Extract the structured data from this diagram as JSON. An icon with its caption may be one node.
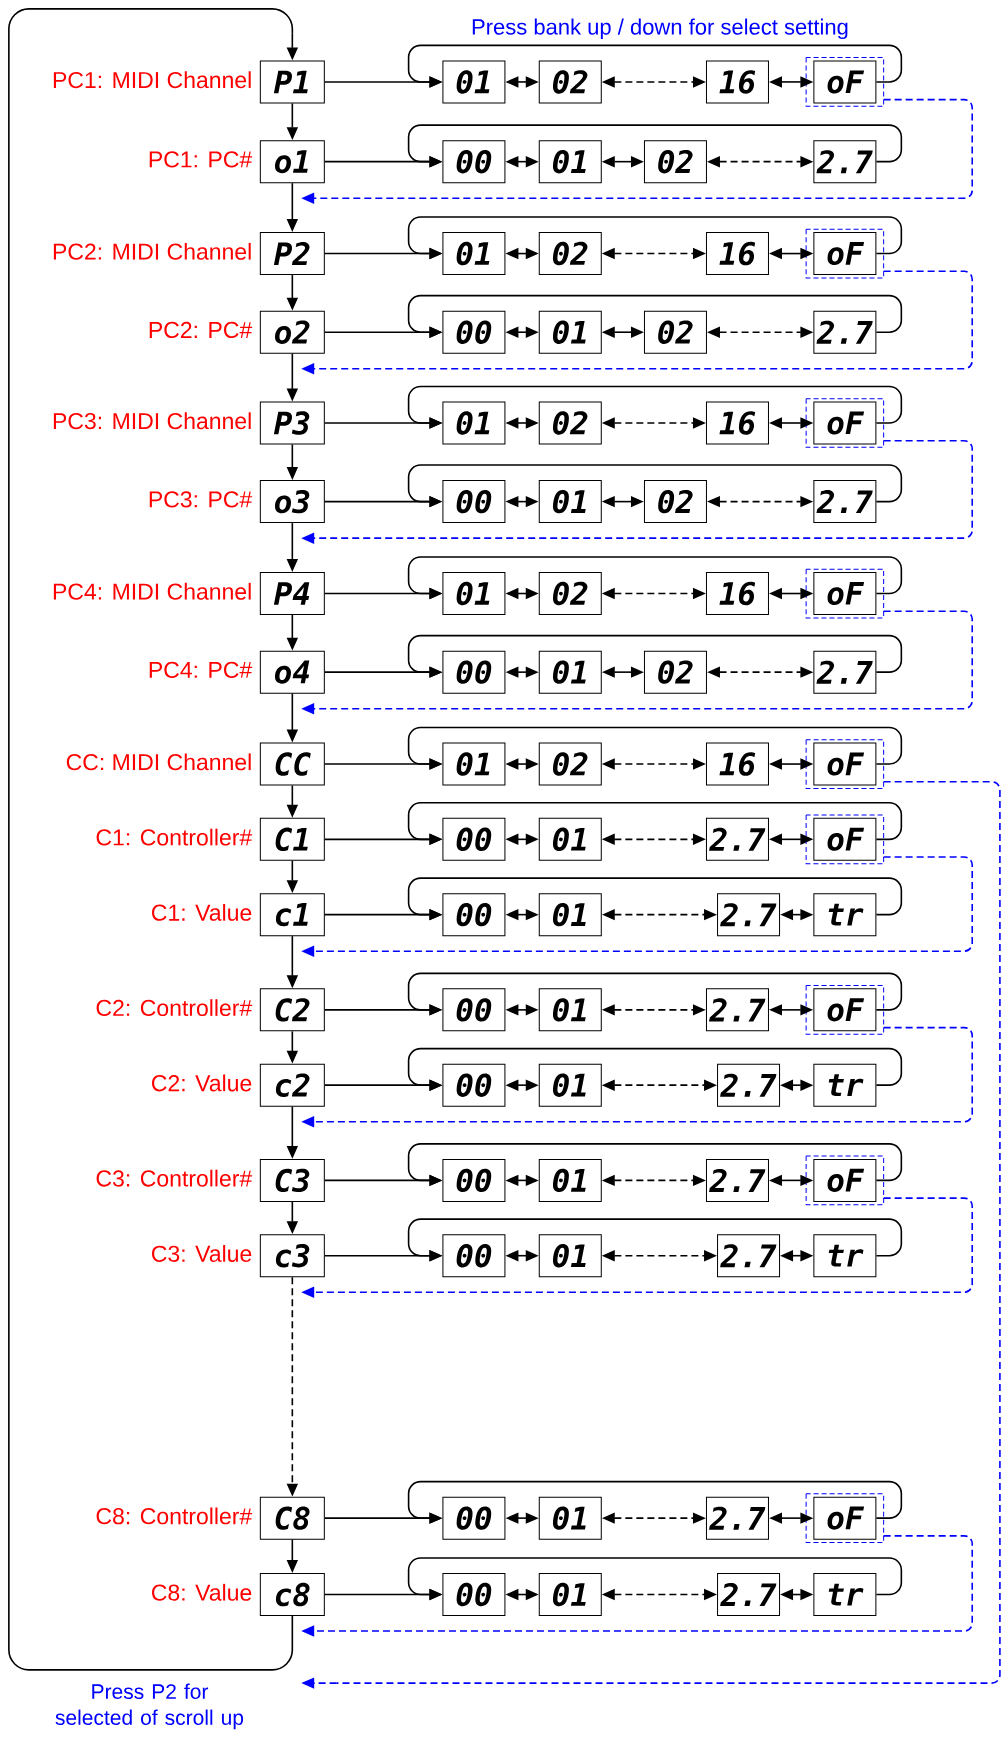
{
  "diagram": {
    "nodes": [
      {
        "text": [
          "P1"
        ],
        "beside": [
          "PC1: MIDI Channel"
        ]
      },
      {
        "text": [
          "01"
        ]
      },
      {
        "text": [
          "02"
        ]
      },
      {
        "text": [
          "16"
        ]
      },
      {
        "text": [
          "oF"
        ]
      },
      {
        "text": [
          "o1"
        ],
        "beside": [
          "PC1: PC#"
        ]
      },
      {
        "text": [
          "00"
        ]
      },
      {
        "text": [
          "01"
        ]
      },
      {
        "text": [
          "02"
        ]
      },
      {
        "text": [
          "2.7"
        ]
      },
      {
        "text": [
          "P2"
        ],
        "beside": [
          "PC2: MIDI Channel"
        ]
      },
      {
        "text": [
          "01"
        ]
      },
      {
        "text": [
          "02"
        ]
      },
      {
        "text": [
          "16"
        ]
      },
      {
        "text": [
          "oF"
        ]
      },
      {
        "text": [
          "o2"
        ],
        "beside": [
          "PC2: PC#"
        ]
      },
      {
        "text": [
          "00"
        ]
      },
      {
        "text": [
          "01"
        ]
      },
      {
        "text": [
          "02"
        ]
      },
      {
        "text": [
          "2.7"
        ]
      },
      {
        "text": [
          "P3"
        ],
        "beside": [
          "PC3: MIDI Channel"
        ]
      },
      {
        "text": [
          "01"
        ]
      },
      {
        "text": [
          "02"
        ]
      },
      {
        "text": [
          "16"
        ]
      },
      {
        "text": [
          "oF"
        ]
      },
      {
        "text": [
          "o3"
        ],
        "beside": [
          "PC3: PC#"
        ]
      },
      {
        "text": [
          "00"
        ]
      },
      {
        "text": [
          "01"
        ]
      },
      {
        "text": [
          "02"
        ]
      },
      {
        "text": [
          "2.7"
        ]
      },
      {
        "text": [
          "P4"
        ],
        "beside": [
          "PC4: MIDI Channel"
        ]
      },
      {
        "text": [
          "01"
        ]
      },
      {
        "text": [
          "02"
        ]
      },
      {
        "text": [
          "16"
        ]
      },
      {
        "text": [
          "oF"
        ]
      },
      {
        "text": [
          "o4"
        ],
        "beside": [
          "PC4: PC#"
        ]
      },
      {
        "text": [
          "00"
        ]
      },
      {
        "text": [
          "01"
        ]
      },
      {
        "text": [
          "02"
        ]
      },
      {
        "text": [
          "2.7"
        ]
      },
      {
        "text": [
          "CC"
        ],
        "beside": [
          "CC: MIDI Channel"
        ]
      },
      {
        "text": [
          "01"
        ]
      },
      {
        "text": [
          "02"
        ]
      },
      {
        "text": [
          "16"
        ]
      },
      {
        "text": [
          "oF"
        ]
      },
      {
        "text": [
          "C1"
        ],
        "beside": [
          "C1: Controller#"
        ]
      },
      {
        "text": [
          "00"
        ]
      },
      {
        "text": [
          "01"
        ]
      },
      {
        "text": [
          "2.7"
        ]
      },
      {
        "text": [
          "oF"
        ]
      },
      {
        "text": [
          "c1"
        ],
        "beside": [
          "C1: Value"
        ]
      },
      {
        "text": [
          "00"
        ]
      },
      {
        "text": [
          "01"
        ]
      },
      {
        "text": [
          "2.7"
        ]
      },
      {
        "text": [
          "tr"
        ]
      },
      {
        "text": [
          "C2"
        ],
        "beside": [
          "C2: Controller#"
        ]
      },
      {
        "text": [
          "00"
        ]
      },
      {
        "text": [
          "01"
        ]
      },
      {
        "text": [
          "2.7"
        ]
      },
      {
        "text": [
          "oF"
        ]
      },
      {
        "text": [
          "c2"
        ],
        "beside": [
          "C2: Value"
        ]
      },
      {
        "text": [
          "00"
        ]
      },
      {
        "text": [
          "01"
        ]
      },
      {
        "text": [
          "2.7"
        ]
      },
      {
        "text": [
          "tr"
        ]
      },
      {
        "text": [
          "C3"
        ],
        "beside": [
          "C3: Controller#"
        ]
      },
      {
        "text": [
          "00"
        ]
      },
      {
        "text": [
          "01"
        ]
      },
      {
        "text": [
          "2.7"
        ]
      },
      {
        "text": [
          "oF"
        ]
      },
      {
        "text": [
          "c3"
        ],
        "beside": [
          "C3: Value"
        ]
      },
      {
        "text": [
          "00"
        ]
      },
      {
        "text": [
          "01"
        ]
      },
      {
        "text": [
          "2.7"
        ]
      },
      {
        "text": [
          "tr"
        ]
      },
      {
        "text": [
          "C8"
        ],
        "beside": [
          "C8: Controller#"
        ]
      },
      {
        "text": [
          "00"
        ]
      },
      {
        "text": [
          "01"
        ]
      },
      {
        "text": [
          "2.7"
        ]
      },
      {
        "text": [
          "oF"
        ]
      },
      {
        "text": [
          "c8"
        ],
        "beside": [
          "C8: Value"
        ]
      },
      {
        "text": [
          "00"
        ]
      },
      {
        "text": [
          "01"
        ]
      },
      {
        "text": [
          "2.7"
        ]
      },
      {
        "text": [
          "tr"
        ]
      }
    ],
    "edges": [
      {
        "from": 0,
        "to": 1,
        "arrow": "to"
      },
      {
        "from": 1,
        "to": 2,
        "arrow": "both"
      },
      {
        "from": 2,
        "to": 3,
        "arrow": "both",
        "style": "dashed"
      },
      {
        "from": 3,
        "to": 4,
        "arrow": "both"
      },
      {
        "from": 4,
        "to": 1,
        "arrow": "to"
      },
      {
        "from": 0,
        "to": 5,
        "arrow": "to"
      },
      {
        "from": 4,
        "to": 5,
        "arrow": "to",
        "style": "dashed",
        "color": "#0000ff"
      },
      {
        "from": 5,
        "to": 6,
        "arrow": "to"
      },
      {
        "from": 6,
        "to": 7,
        "arrow": "both"
      },
      {
        "from": 7,
        "to": 8,
        "arrow": "both"
      },
      {
        "from": 8,
        "to": 9,
        "arrow": "both",
        "style": "dashed"
      },
      {
        "from": 9,
        "to": 6,
        "arrow": "to"
      },
      {
        "from": 5,
        "to": 10,
        "arrow": "to"
      },
      {
        "from": 10,
        "to": 11,
        "arrow": "to"
      },
      {
        "from": 11,
        "to": 12,
        "arrow": "both"
      },
      {
        "from": 12,
        "to": 13,
        "arrow": "both",
        "style": "dashed"
      },
      {
        "from": 13,
        "to": 14,
        "arrow": "both"
      },
      {
        "from": 14,
        "to": 11,
        "arrow": "to"
      },
      {
        "from": 10,
        "to": 15,
        "arrow": "to"
      },
      {
        "from": 14,
        "to": 15,
        "arrow": "to",
        "style": "dashed",
        "color": "#0000ff"
      },
      {
        "from": 15,
        "to": 16,
        "arrow": "to"
      },
      {
        "from": 16,
        "to": 17,
        "arrow": "both"
      },
      {
        "from": 17,
        "to": 18,
        "arrow": "both"
      },
      {
        "from": 18,
        "to": 19,
        "arrow": "both",
        "style": "dashed"
      },
      {
        "from": 19,
        "to": 16,
        "arrow": "to"
      },
      {
        "from": 15,
        "to": 20,
        "arrow": "to"
      },
      {
        "from": 20,
        "to": 21,
        "arrow": "to"
      },
      {
        "from": 21,
        "to": 22,
        "arrow": "both"
      },
      {
        "from": 22,
        "to": 23,
        "arrow": "both",
        "style": "dashed"
      },
      {
        "from": 23,
        "to": 24,
        "arrow": "both"
      },
      {
        "from": 24,
        "to": 21,
        "arrow": "to"
      },
      {
        "from": 20,
        "to": 25,
        "arrow": "to"
      },
      {
        "from": 24,
        "to": 25,
        "arrow": "to",
        "style": "dashed",
        "color": "#0000ff"
      },
      {
        "from": 25,
        "to": 26,
        "arrow": "to"
      },
      {
        "from": 26,
        "to": 27,
        "arrow": "both"
      },
      {
        "from": 27,
        "to": 28,
        "arrow": "both"
      },
      {
        "from": 28,
        "to": 29,
        "arrow": "both",
        "style": "dashed"
      },
      {
        "from": 29,
        "to": 26,
        "arrow": "to"
      },
      {
        "from": 25,
        "to": 30,
        "arrow": "to"
      },
      {
        "from": 30,
        "to": 31,
        "arrow": "to"
      },
      {
        "from": 31,
        "to": 32,
        "arrow": "both"
      },
      {
        "from": 32,
        "to": 33,
        "arrow": "both",
        "style": "dashed"
      },
      {
        "from": 33,
        "to": 34,
        "arrow": "both"
      },
      {
        "from": 34,
        "to": 31,
        "arrow": "to"
      },
      {
        "from": 30,
        "to": 35,
        "arrow": "to"
      },
      {
        "from": 34,
        "to": 35,
        "arrow": "to",
        "style": "dashed",
        "color": "#0000ff"
      },
      {
        "from": 35,
        "to": 36,
        "arrow": "to"
      },
      {
        "from": 36,
        "to": 37,
        "arrow": "both"
      },
      {
        "from": 37,
        "to": 38,
        "arrow": "both"
      },
      {
        "from": 38,
        "to": 39,
        "arrow": "both",
        "style": "dashed"
      },
      {
        "from": 39,
        "to": 36,
        "arrow": "to"
      },
      {
        "from": 35,
        "to": 40,
        "arrow": "to"
      },
      {
        "from": 40,
        "to": 41,
        "arrow": "to"
      },
      {
        "from": 41,
        "to": 42,
        "arrow": "both"
      },
      {
        "from": 42,
        "to": 43,
        "arrow": "both",
        "style": "dashed"
      },
      {
        "from": 43,
        "to": 44,
        "arrow": "both"
      },
      {
        "from": 44,
        "to": 41,
        "arrow": "to"
      },
      {
        "from": 40,
        "to": 45,
        "arrow": "to"
      },
      {
        "from": 44,
        "to": null,
        "arrow": "to",
        "style": "dashed",
        "color": "#0000ff"
      },
      {
        "from": 45,
        "to": 46,
        "arrow": "to"
      },
      {
        "from": 46,
        "to": 47,
        "arrow": "both"
      },
      {
        "from": 47,
        "to": 48,
        "arrow": "both",
        "style": "dashed"
      },
      {
        "from": 48,
        "to": 49,
        "arrow": "both"
      },
      {
        "from": 49,
        "to": 46,
        "arrow": "to"
      },
      {
        "from": 45,
        "to": 50,
        "arrow": "to"
      },
      {
        "from": 49,
        "to": 50,
        "arrow": "to",
        "style": "dashed",
        "color": "#0000ff"
      },
      {
        "from": 50,
        "to": 51,
        "arrow": "to"
      },
      {
        "from": 51,
        "to": 52,
        "arrow": "both"
      },
      {
        "from": 52,
        "to": 53,
        "arrow": "both",
        "style": "dashed"
      },
      {
        "from": 53,
        "to": 54,
        "arrow": "both"
      },
      {
        "from": 54,
        "to": 51,
        "arrow": "to"
      },
      {
        "from": 50,
        "to": 55,
        "arrow": "to"
      },
      {
        "from": 55,
        "to": 56,
        "arrow": "to"
      },
      {
        "from": 56,
        "to": 57,
        "arrow": "both"
      },
      {
        "from": 57,
        "to": 58,
        "arrow": "both",
        "style": "dashed"
      },
      {
        "from": 58,
        "to": 59,
        "arrow": "both"
      },
      {
        "from": 59,
        "to": 56,
        "arrow": "to"
      },
      {
        "from": 55,
        "to": 60,
        "arrow": "to"
      },
      {
        "from": 59,
        "to": 60,
        "arrow": "to",
        "style": "dashed",
        "color": "#0000ff"
      },
      {
        "from": 60,
        "to": 61,
        "arrow": "to"
      },
      {
        "from": 61,
        "to": 62,
        "arrow": "both"
      },
      {
        "from": 62,
        "to": 63,
        "arrow": "both",
        "style": "dashed"
      },
      {
        "from": 63,
        "to": 64,
        "arrow": "both"
      },
      {
        "from": 64,
        "to": 61,
        "arrow": "to"
      },
      {
        "from": 60,
        "to": 65,
        "arrow": "to"
      },
      {
        "from": 65,
        "to": 66,
        "arrow": "to"
      },
      {
        "from": 66,
        "to": 67,
        "arrow": "both"
      },
      {
        "from": 67,
        "to": 68,
        "arrow": "both",
        "style": "dashed"
      },
      {
        "from": 68,
        "to": 69,
        "arrow": "both"
      },
      {
        "from": 69,
        "to": 66,
        "arrow": "to"
      },
      {
        "from": 65,
        "to": 70,
        "arrow": "to"
      },
      {
        "from": 69,
        "to": 70,
        "arrow": "to",
        "style": "dashed",
        "color": "#0000ff"
      },
      {
        "from": 70,
        "to": 71,
        "arrow": "to"
      },
      {
        "from": 71,
        "to": 72,
        "arrow": "both"
      },
      {
        "from": 72,
        "to": 73,
        "arrow": "both",
        "style": "dashed"
      },
      {
        "from": 73,
        "to": 74,
        "arrow": "both"
      },
      {
        "from": 74,
        "to": 71,
        "arrow": "to"
      },
      {
        "from": 70,
        "to": 75,
        "arrow": "to",
        "style": "dashed"
      },
      {
        "from": 75,
        "to": 76,
        "arrow": "to"
      },
      {
        "from": 76,
        "to": 77,
        "arrow": "both"
      },
      {
        "from": 77,
        "to": 78,
        "arrow": "both",
        "style": "dashed"
      },
      {
        "from": 78,
        "to": 79,
        "arrow": "both"
      },
      {
        "from": 79,
        "to": 76,
        "arrow": "to"
      },
      {
        "from": 75,
        "to": 80,
        "arrow": "to"
      },
      {
        "from": 79,
        "to": 80,
        "arrow": "to",
        "style": "dashed",
        "color": "#0000ff"
      },
      {
        "from": 80,
        "to": 81,
        "arrow": "to"
      },
      {
        "from": 81,
        "to": 82,
        "arrow": "both"
      },
      {
        "from": 82,
        "to": 83,
        "arrow": "both",
        "style": "dashed"
      },
      {
        "from": 83,
        "to": 84,
        "arrow": "both"
      },
      {
        "from": 84,
        "to": 81,
        "arrow": "to"
      },
      {
        "from": 80,
        "to": 0,
        "arrow": "to",
        "label": "Press P2 for selected of scroll up"
      }
    ],
    "labels": [
      "Press bank up / down for select setting"
    ]
  }
}
